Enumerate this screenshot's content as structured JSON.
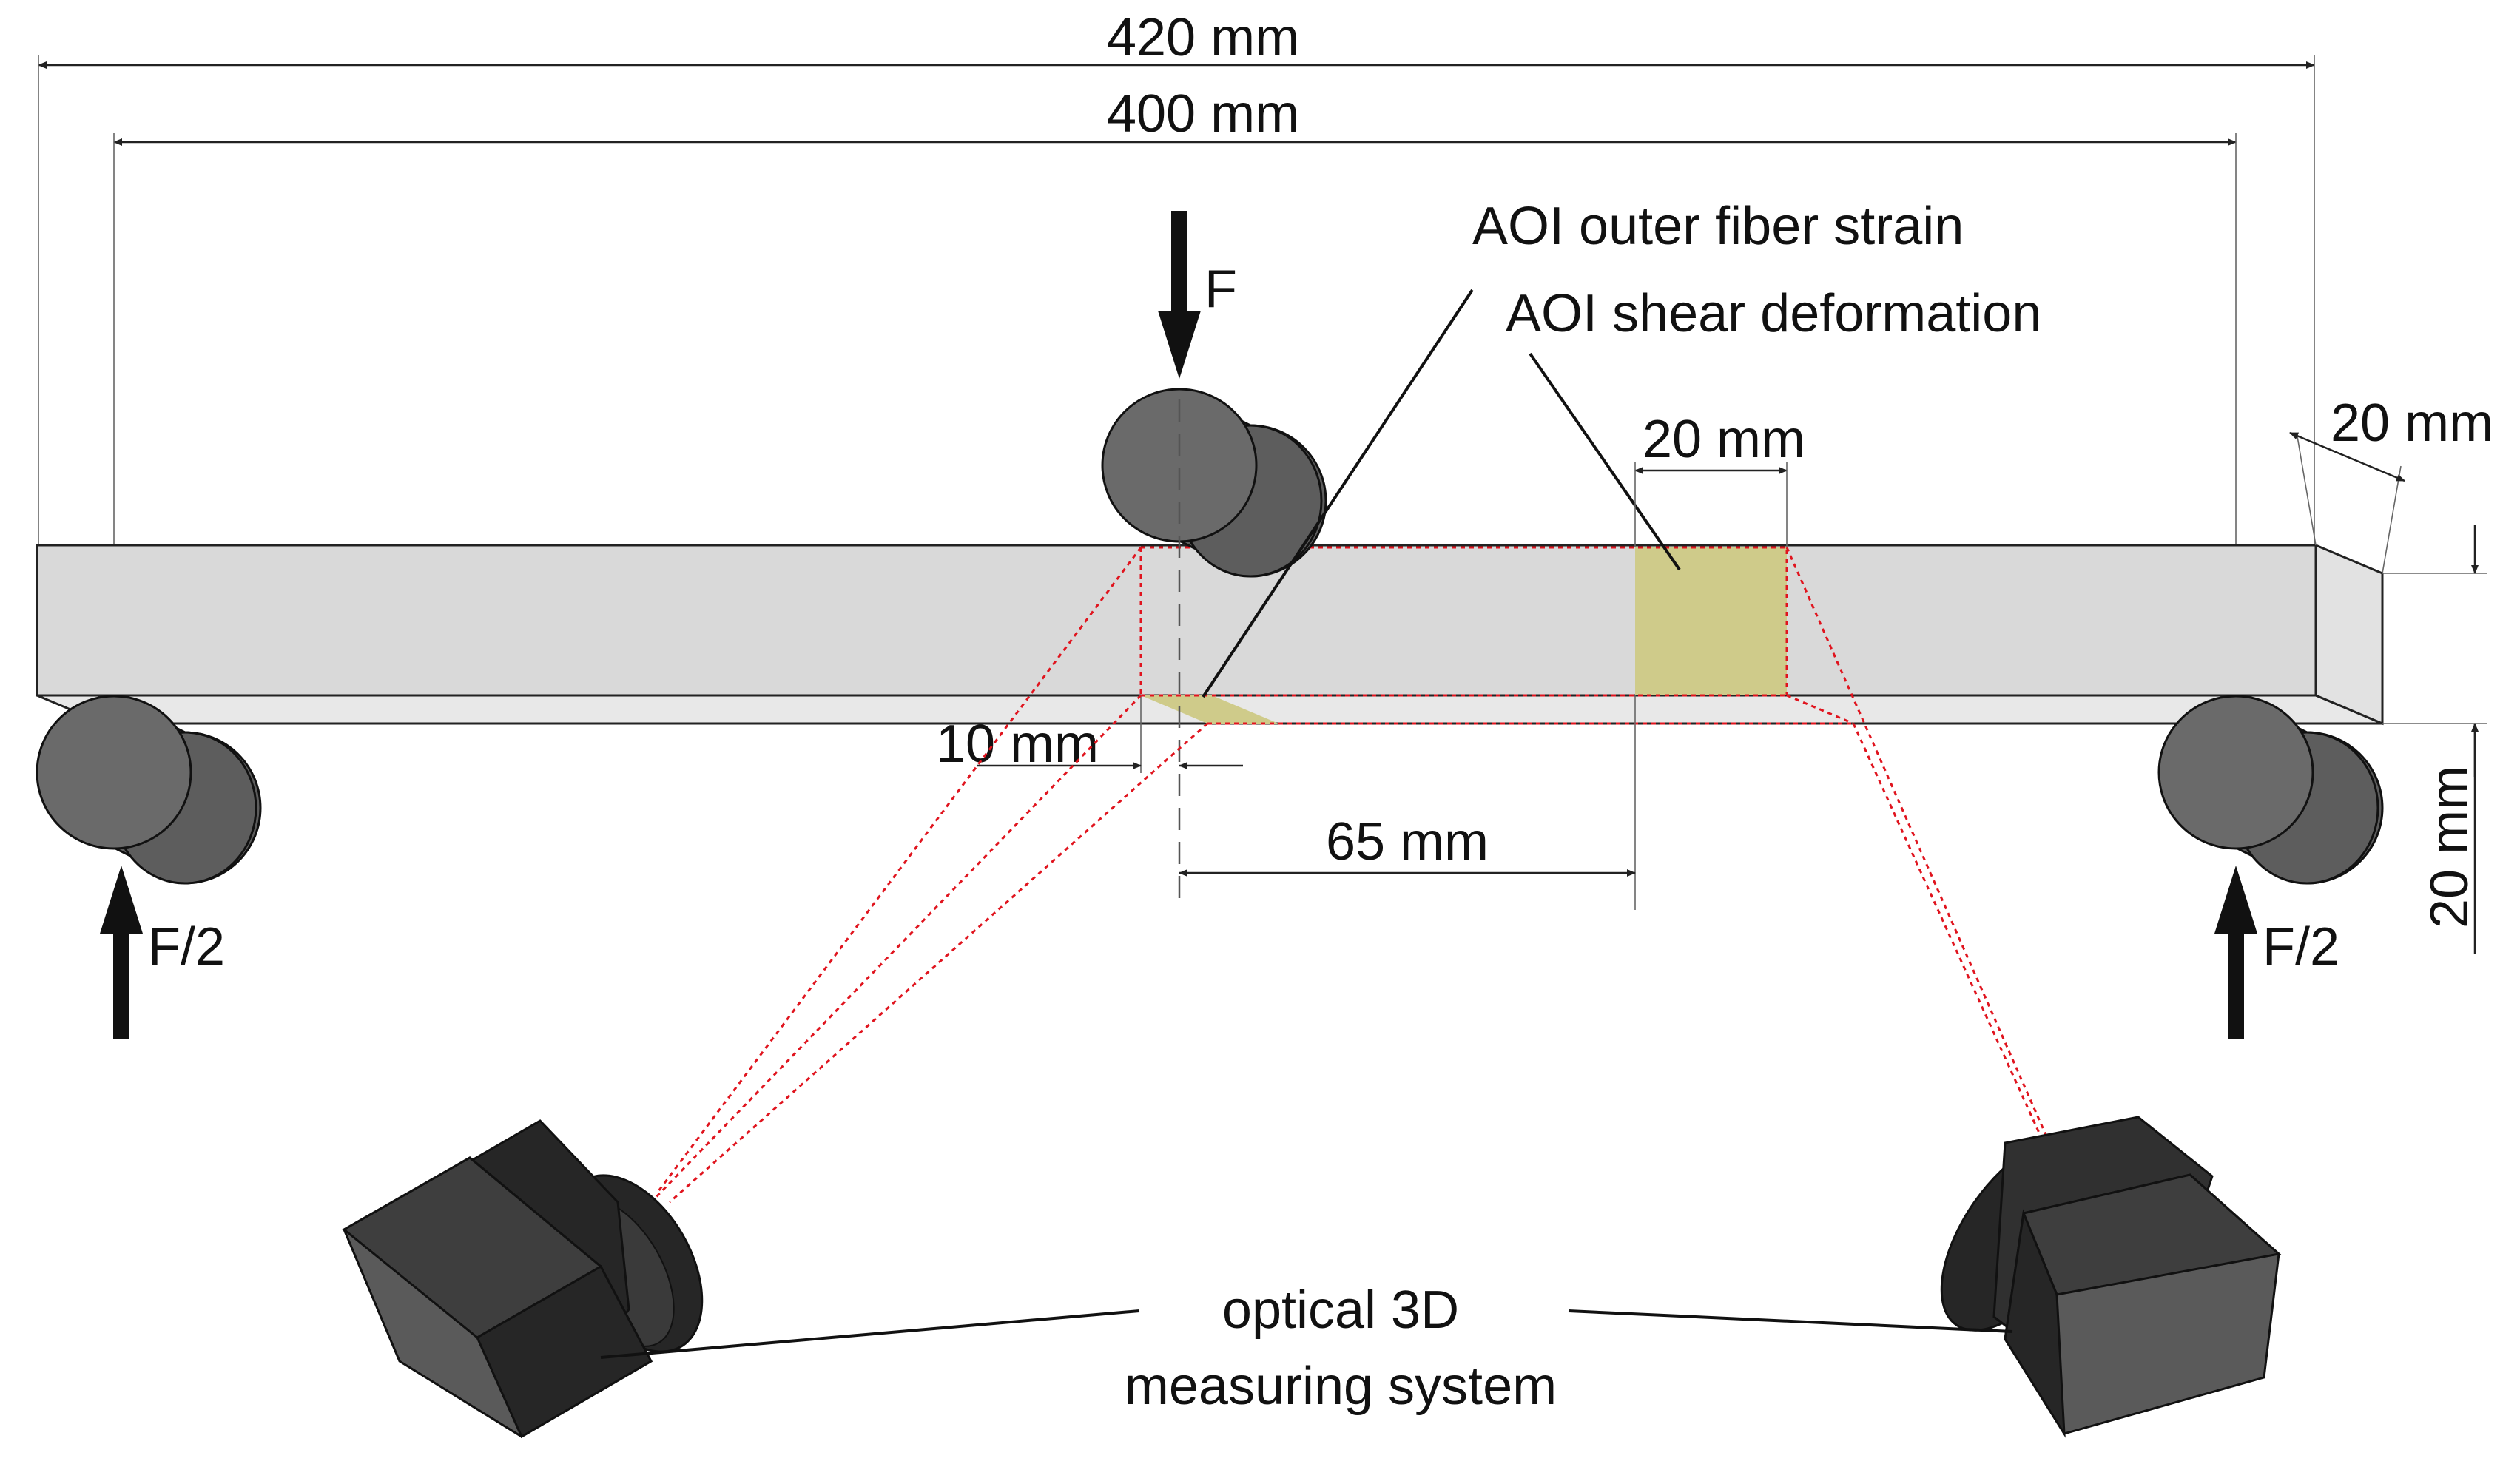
{
  "labels": {
    "overall_length": "420 mm",
    "span_length": "400 mm",
    "load_center": "F",
    "load_left": "F/2",
    "load_right": "F/2",
    "aoi_outer": "AOI outer fiber strain",
    "aoi_shear": "AOI shear deformation",
    "aoi_shear_width": "20 mm",
    "beam_width": "20 mm",
    "beam_height": "20 mm",
    "outer_aoi_width": "10 mm",
    "offset": "65 mm",
    "camera_line1": "optical 3D",
    "camera_line2": "measuring system"
  },
  "colors": {
    "beam_face": "#d9d9d9",
    "beam_side": "#e8e8e8",
    "roller": "#5d5d5d",
    "roller_end": "#6a6a6a",
    "aoi_fill": "#cfcb8a",
    "aoi_outline": "#e0141e",
    "camera_body": "#5a5a5a",
    "camera_dark": "#262626"
  }
}
